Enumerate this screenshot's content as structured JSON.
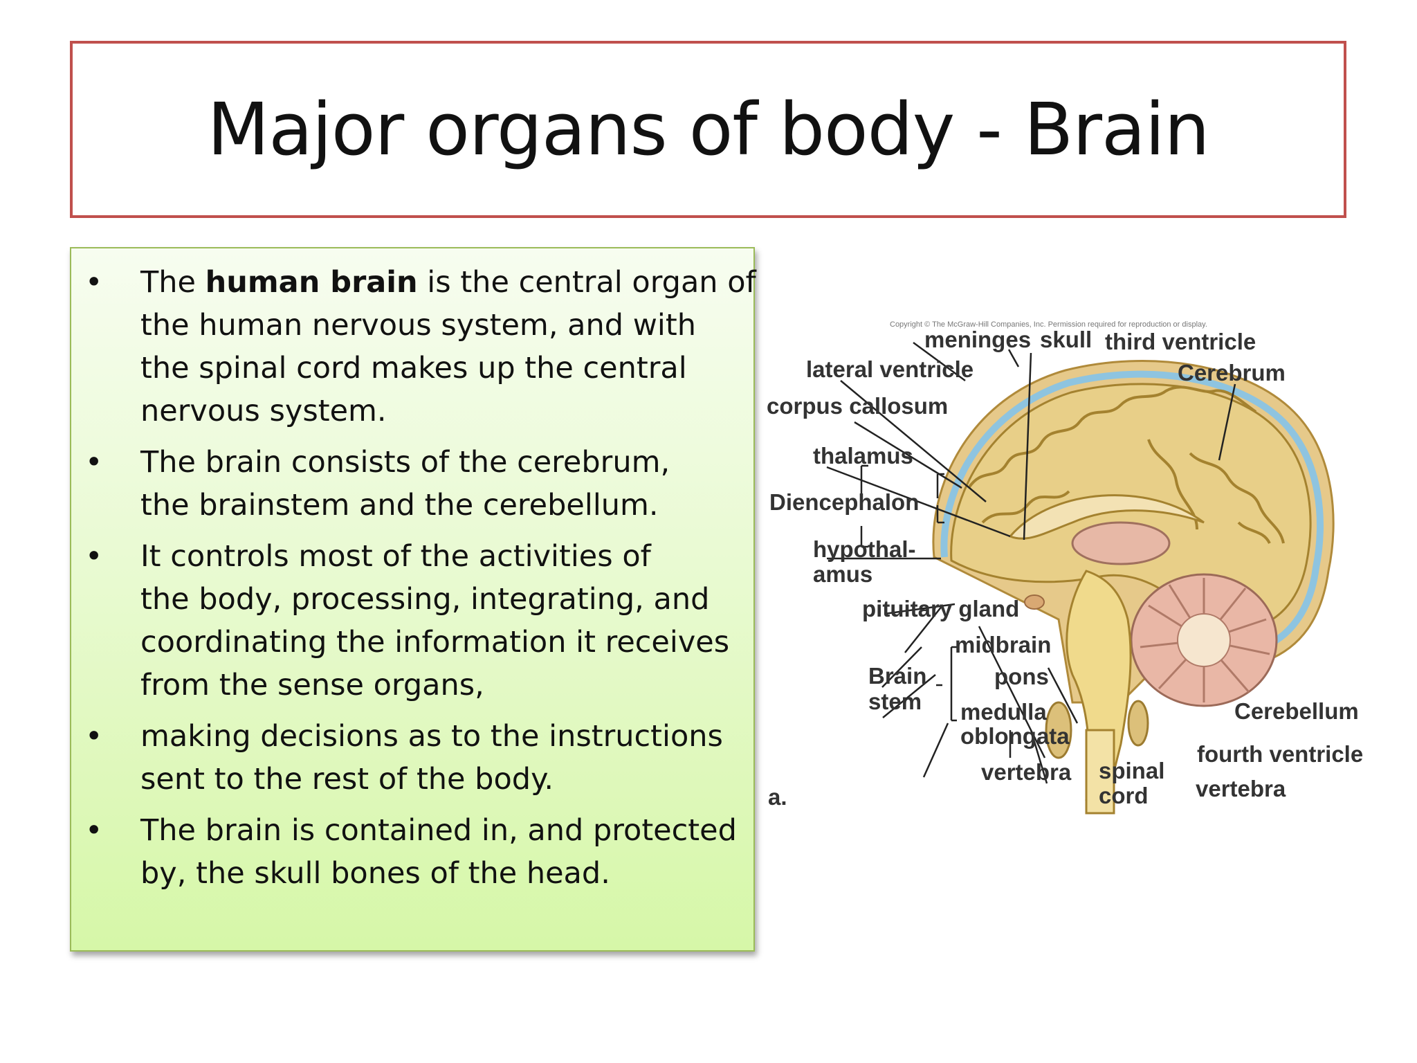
{
  "title": "Major organs of body - Brain",
  "bullets": [
    {
      "lines": [
        {
          "pre": "The ",
          "bold": "human brain",
          "post": " is the central organ of"
        },
        {
          "text": "the human nervous system, and with"
        },
        {
          "text": "the spinal cord makes up the central"
        },
        {
          "text": "nervous system."
        }
      ]
    },
    {
      "lines": [
        {
          "text": "The brain consists of the cerebrum,"
        },
        {
          "text": "the brainstem and the cerebellum."
        }
      ]
    },
    {
      "lines": [
        {
          "text": "It controls most of the activities of"
        },
        {
          "text": "the body, processing, integrating, and"
        },
        {
          "text": "coordinating the information it receives"
        },
        {
          "text": "from the sense organs,"
        }
      ]
    },
    {
      "lines": [
        {
          "text": "making decisions as to the instructions"
        },
        {
          "text": "sent to the rest of the body."
        }
      ]
    },
    {
      "lines": [
        {
          "text": "The brain is contained in, and protected"
        },
        {
          "text": "by, the skull bones of the head."
        }
      ]
    }
  ],
  "bullet_glyph": "•",
  "figure": {
    "copyright": "Copyright © The McGraw-Hill Companies, Inc. Permission required for reproduction or display.",
    "labels": {
      "meninges": "meninges",
      "skull": "skull",
      "third_ventricle": "third ventricle",
      "lateral_ventricle": "lateral ventricle",
      "cerebrum": "Cerebrum",
      "corpus_callosum": "corpus callosum",
      "thalamus": "thalamus",
      "diencephalon": "Diencephalon",
      "hypothal_1": "hypothal-",
      "hypothal_2": "amus",
      "pituitary": "pituitary gland",
      "midbrain": "midbrain",
      "brain_stem_1": "Brain",
      "brain_stem_2": "stem",
      "pons": "pons",
      "medulla_1": "medulla",
      "medulla_2": "oblongata",
      "cerebellum": "Cerebellum",
      "fourth_ventricle": "fourth ventricle",
      "vertebra_left": "vertebra",
      "spinal_1": "spinal",
      "spinal_2": "cord",
      "vertebra_right": "vertebra",
      "panel": "a."
    }
  },
  "colors": {
    "title_border": "#c0504d",
    "box_border": "#9bbb59",
    "box_fill_bottom": "#d6f7a8"
  }
}
